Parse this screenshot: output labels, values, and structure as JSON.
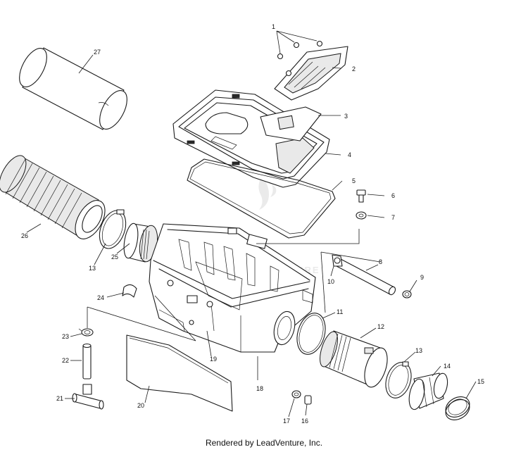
{
  "callouts": {
    "c1": "1",
    "c2": "2",
    "c3": "3",
    "c4": "4",
    "c5": "5",
    "c6": "6",
    "c7": "7",
    "c8": "8",
    "c9": "9",
    "c10": "10",
    "c11": "11",
    "c12": "12",
    "c13a": "13",
    "c13b": "13",
    "c14": "14",
    "c15": "15",
    "c16": "16",
    "c17": "17",
    "c18": "18",
    "c19": "19",
    "c20": "20",
    "c21": "21",
    "c22": "22",
    "c23": "23",
    "c24": "24",
    "c25": "25",
    "c26": "26",
    "c27": "27"
  },
  "watermark": "LEADVENTURE",
  "footer": "Rendered by LeadVenture, Inc."
}
